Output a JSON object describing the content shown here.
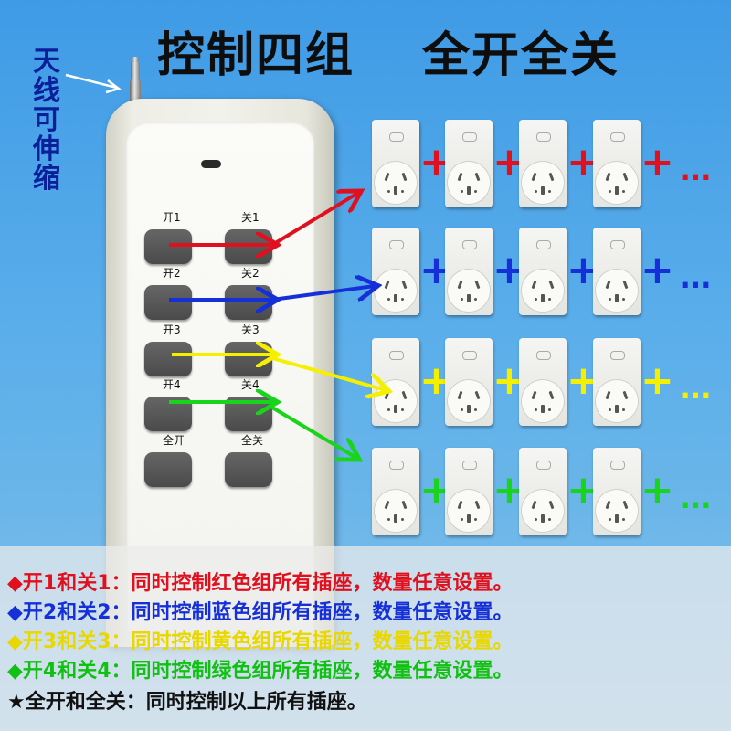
{
  "title": {
    "left": "控制四组",
    "right": "全开全关"
  },
  "antenna_label": "天线可伸缩",
  "buttons": [
    {
      "label": "开1"
    },
    {
      "label": "关1"
    },
    {
      "label": "开2"
    },
    {
      "label": "关2"
    },
    {
      "label": "开3"
    },
    {
      "label": "关3"
    },
    {
      "label": "开4"
    },
    {
      "label": "关4"
    },
    {
      "label": "全开"
    },
    {
      "label": "全关"
    }
  ],
  "groups": [
    {
      "color": "#e0101e",
      "plus": "+",
      "ellipsis": "…"
    },
    {
      "color": "#1530d8",
      "plus": "+",
      "ellipsis": "…"
    },
    {
      "color": "#f4f000",
      "plus": "+",
      "ellipsis": "…"
    },
    {
      "color": "#18d41a",
      "plus": "+",
      "ellipsis": "…"
    }
  ],
  "legend": [
    {
      "text": "◆开1和关1：同时控制红色组所有插座，数量任意设置。",
      "color": "#e0101e"
    },
    {
      "text": "◆开2和关2：同时控制蓝色组所有插座，数量任意设置。",
      "color": "#1530d8"
    },
    {
      "text": "◆开3和关3：同时控制黄色组所有插座，数量任意设置。",
      "color": "#e8d800"
    },
    {
      "text": "◆开4和关4：同时控制绿色组所有插座，数量任意设置。",
      "color": "#10c012"
    },
    {
      "text": "★全开和全关：同时控制以上所有插座。",
      "color": "#111111"
    }
  ]
}
